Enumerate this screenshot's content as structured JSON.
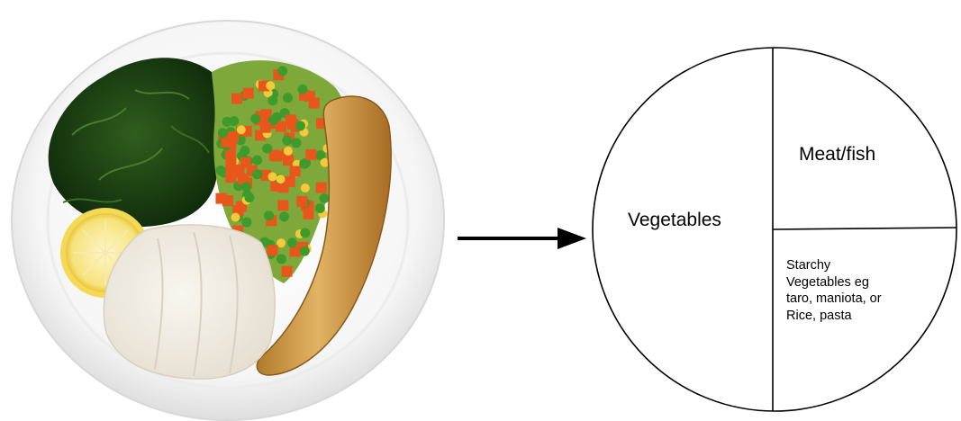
{
  "plate_photo": {
    "foods": [
      "silverbeet-greens",
      "mixed-vegetables",
      "lemon-slice",
      "white-fish",
      "green-banana"
    ]
  },
  "arrow": {
    "direction": "right"
  },
  "plate_diagram": {
    "sections": [
      {
        "label": "Vegetables",
        "portion": "half"
      },
      {
        "label": "Meat/fish",
        "portion": "quarter"
      },
      {
        "label_lines": [
          "Starchy",
          "Vegetables eg",
          "taro, maniota, or",
          "Rice, pasta"
        ],
        "portion": "quarter"
      }
    ]
  }
}
